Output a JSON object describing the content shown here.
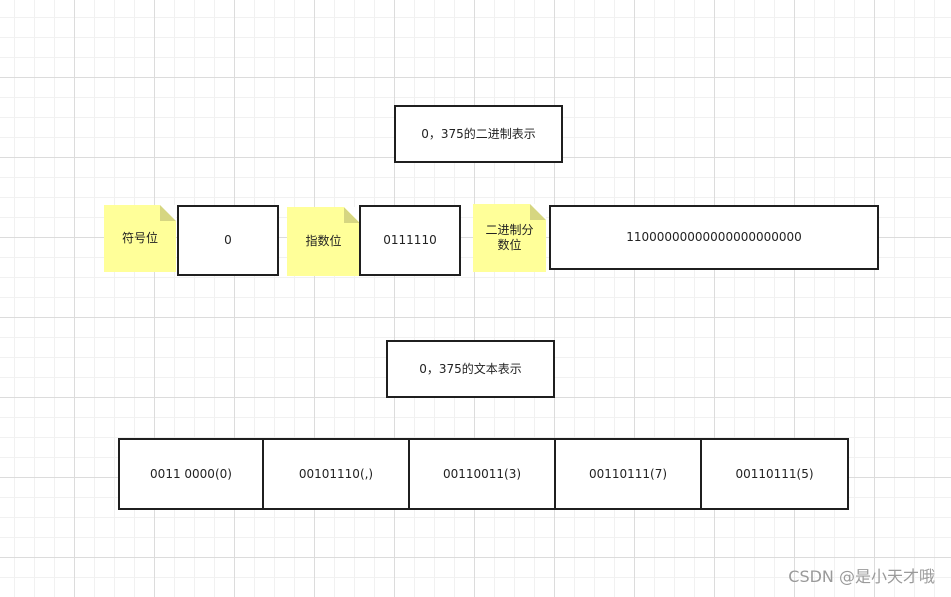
{
  "title_binary": "0，375的二进制表示",
  "labels": {
    "sign": "符号位",
    "exponent": "指数位",
    "mantissa": "二进制分数位"
  },
  "values": {
    "sign": "0",
    "exponent": "0111110",
    "mantissa": "11000000000000000000000"
  },
  "title_text": "0，375的文本表示",
  "bytes": [
    "0011 0000(0)",
    "00101110(,)",
    "00110011(3)",
    "00110111(7)",
    "00110111(5)"
  ],
  "watermark": "CSDN @是小天才哦"
}
